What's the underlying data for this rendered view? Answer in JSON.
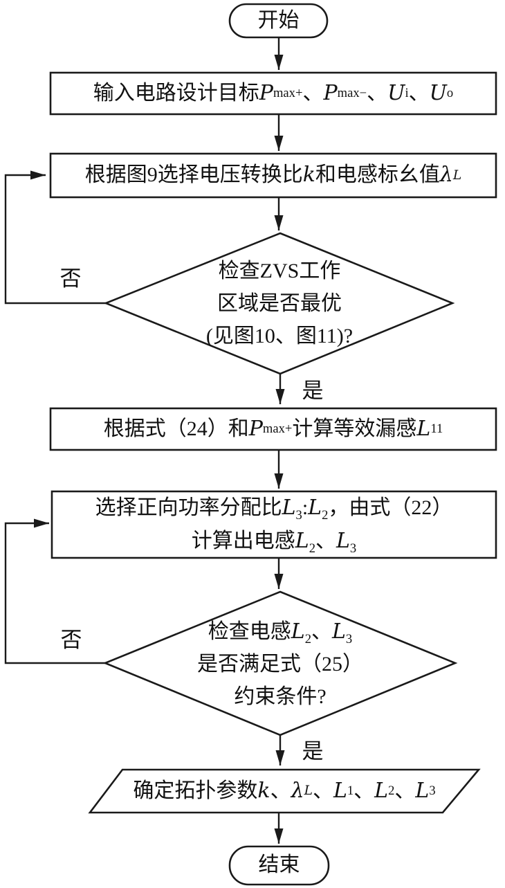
{
  "colors": {
    "stroke": "#1a1a1a",
    "background": "#ffffff",
    "text": "#111111"
  },
  "labels": {
    "no_1": "否",
    "yes_1": "是",
    "no_2": "否",
    "yes_2": "是"
  },
  "nodes": {
    "start": {
      "shape": "terminator",
      "text": "开始"
    },
    "input_targets": {
      "shape": "process",
      "rich": [
        {
          "t": "输入电路设计目标"
        },
        {
          "t": "P",
          "i": 1
        },
        {
          "t": "max+",
          "s": 1
        },
        {
          "t": "、"
        },
        {
          "t": "P",
          "i": 1
        },
        {
          "t": "max−",
          "s": 1
        },
        {
          "t": "、"
        },
        {
          "t": "U",
          "i": 1
        },
        {
          "t": "i",
          "s": 1
        },
        {
          "t": "、"
        },
        {
          "t": "U",
          "i": 1
        },
        {
          "t": "o",
          "s": 1
        }
      ]
    },
    "select_k_lambda": {
      "shape": "process",
      "rich": [
        {
          "t": "根据图9选择电压转换比"
        },
        {
          "t": "k",
          "i": 1
        },
        {
          "t": "和电感标幺值"
        },
        {
          "t": "λ",
          "i": 1
        },
        {
          "t": "L",
          "i": 1,
          "s": 1
        }
      ]
    },
    "zvs_check": {
      "shape": "decision",
      "lines": [
        [
          {
            "t": "检查ZVS工作"
          }
        ],
        [
          {
            "t": "区域是否最优"
          }
        ],
        [
          {
            "t": "(见图10、图11)?"
          }
        ]
      ]
    },
    "calc_leakage": {
      "shape": "process",
      "rich": [
        {
          "t": "根据式（24）和"
        },
        {
          "t": "P",
          "i": 1
        },
        {
          "t": "max+",
          "s": 1
        },
        {
          "t": "计算等效漏感"
        },
        {
          "t": "L",
          "i": 1
        },
        {
          "t": "11",
          "s": 1
        }
      ]
    },
    "calc_l2_l3": {
      "shape": "process",
      "lines": [
        [
          {
            "t": "选择正向功率分配比"
          },
          {
            "t": "L",
            "i": 1
          },
          {
            "t": "3",
            "s": 1
          },
          {
            "t": ":"
          },
          {
            "t": "L",
            "i": 1
          },
          {
            "t": "2",
            "s": 1
          },
          {
            "t": "，由式（22）"
          }
        ],
        [
          {
            "t": "计算出电感"
          },
          {
            "t": "L",
            "i": 1
          },
          {
            "t": "2",
            "s": 1
          },
          {
            "t": "、"
          },
          {
            "t": "L",
            "i": 1
          },
          {
            "t": "3",
            "s": 1
          }
        ]
      ]
    },
    "constraint_check": {
      "shape": "decision",
      "lines": [
        [
          {
            "t": "检查电感"
          },
          {
            "t": "L",
            "i": 1
          },
          {
            "t": "2",
            "s": 1
          },
          {
            "t": "、"
          },
          {
            "t": "L",
            "i": 1
          },
          {
            "t": "3",
            "s": 1
          }
        ],
        [
          {
            "t": "是否满足式（25）"
          }
        ],
        [
          {
            "t": "约束条件?"
          }
        ]
      ]
    },
    "output_params": {
      "shape": "io",
      "rich": [
        {
          "t": "确定拓扑参数"
        },
        {
          "t": "k",
          "i": 1
        },
        {
          "t": "、"
        },
        {
          "t": "λ",
          "i": 1
        },
        {
          "t": "L",
          "i": 1,
          "s": 1
        },
        {
          "t": "、"
        },
        {
          "t": "L",
          "i": 1
        },
        {
          "t": "1",
          "s": 1
        },
        {
          "t": "、"
        },
        {
          "t": "L",
          "i": 1
        },
        {
          "t": "2",
          "s": 1
        },
        {
          "t": "、"
        },
        {
          "t": "L",
          "i": 1
        },
        {
          "t": "3",
          "s": 1
        }
      ]
    },
    "end": {
      "shape": "terminator",
      "text": "结束"
    }
  }
}
